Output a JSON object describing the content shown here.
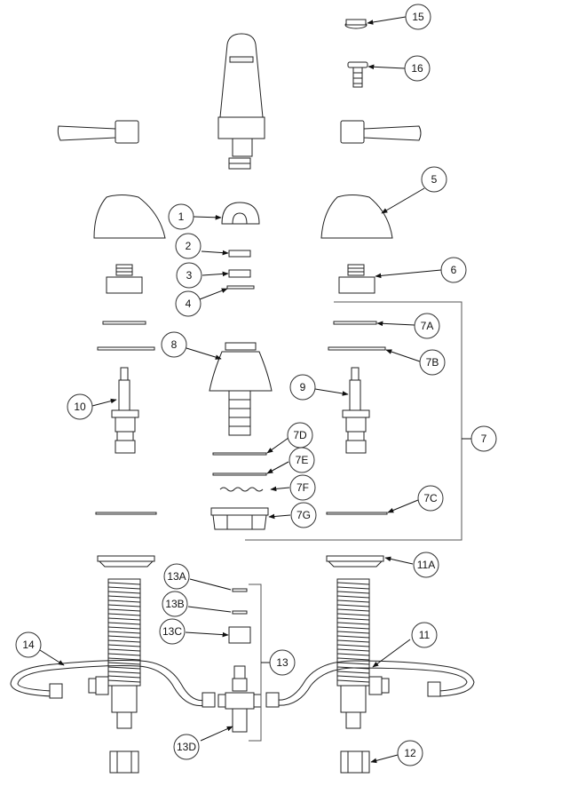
{
  "callouts": [
    {
      "id": "c1",
      "label": "1"
    },
    {
      "id": "c2",
      "label": "2"
    },
    {
      "id": "c3",
      "label": "3"
    },
    {
      "id": "c4",
      "label": "4"
    },
    {
      "id": "c5",
      "label": "5"
    },
    {
      "id": "c6",
      "label": "6"
    },
    {
      "id": "c7",
      "label": "7"
    },
    {
      "id": "c7A",
      "label": "7A"
    },
    {
      "id": "c7B",
      "label": "7B"
    },
    {
      "id": "c7C",
      "label": "7C"
    },
    {
      "id": "c7D",
      "label": "7D"
    },
    {
      "id": "c7E",
      "label": "7E"
    },
    {
      "id": "c7F",
      "label": "7F"
    },
    {
      "id": "c7G",
      "label": "7G"
    },
    {
      "id": "c8",
      "label": "8"
    },
    {
      "id": "c9",
      "label": "9"
    },
    {
      "id": "c10",
      "label": "10"
    },
    {
      "id": "c11",
      "label": "11"
    },
    {
      "id": "c11A",
      "label": "11A"
    },
    {
      "id": "c12",
      "label": "12"
    },
    {
      "id": "c13",
      "label": "13"
    },
    {
      "id": "c13A",
      "label": "13A"
    },
    {
      "id": "c13B",
      "label": "13B"
    },
    {
      "id": "c13C",
      "label": "13C"
    },
    {
      "id": "c13D",
      "label": "13D"
    },
    {
      "id": "c14",
      "label": "14"
    },
    {
      "id": "c15",
      "label": "15"
    },
    {
      "id": "c16",
      "label": "16"
    }
  ]
}
